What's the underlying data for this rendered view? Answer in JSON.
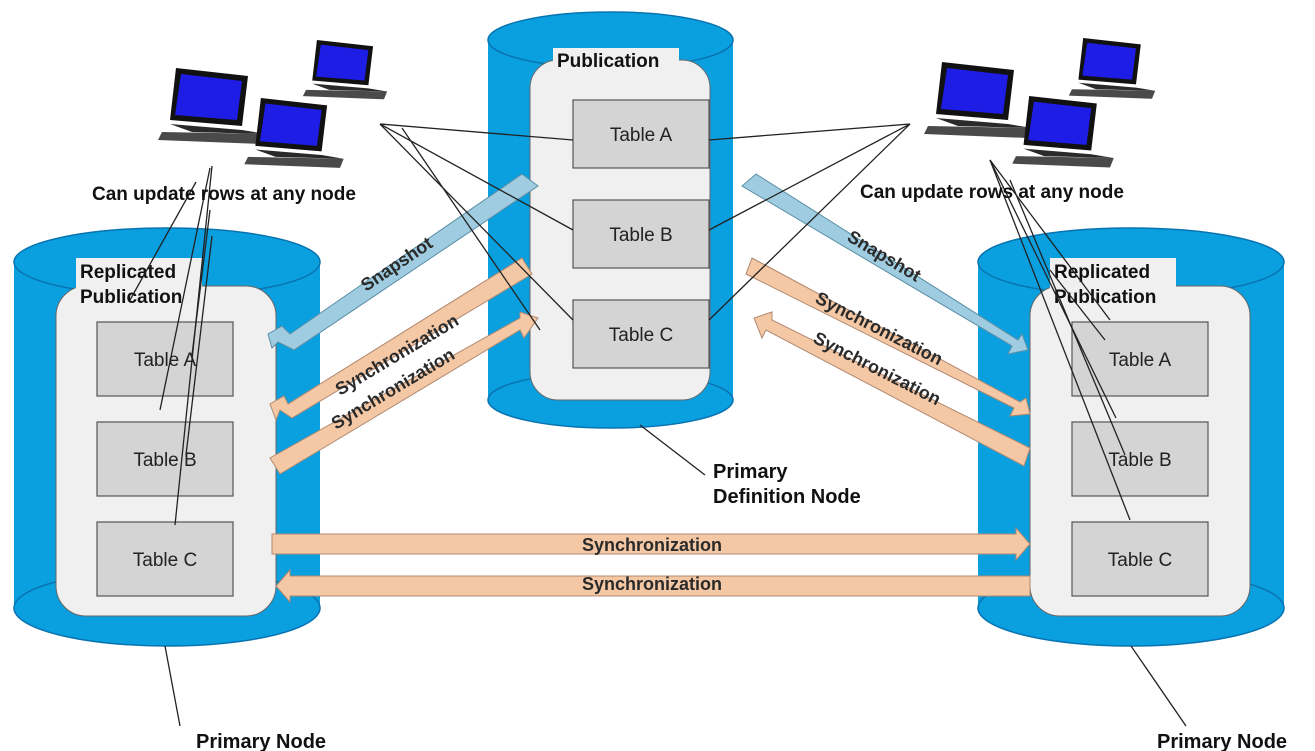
{
  "colors": {
    "cylinder": "#0aa0e0",
    "cylinder_dark": "#0873b0",
    "panel": "#f0f0f0",
    "table_box": "#d4d4d4",
    "snapshot_arrow": "#9fcce0",
    "sync_arrow": "#f4c8a4",
    "screen": "#1d1de6"
  },
  "icons": [
    "laptop-icon"
  ],
  "center": {
    "publication_label": "Publication",
    "tables": [
      "Table A",
      "Table B",
      "Table C"
    ],
    "node_label_line1": "Primary",
    "node_label_line2": "Definition Node"
  },
  "left": {
    "publication_label_line1": "Replicated",
    "publication_label_line2": "Publication",
    "tables": [
      "Table A",
      "Table B",
      "Table C"
    ],
    "node_label": "Primary Node",
    "note": "Can update rows at any node"
  },
  "right": {
    "publication_label_line1": "Replicated",
    "publication_label_line2": "Publication",
    "tables": [
      "Table A",
      "Table B",
      "Table C"
    ],
    "node_label": "Primary Node",
    "note": "Can update rows at any node"
  },
  "arrows": {
    "snapshot": "Snapshot",
    "synchronization": "Synchronization"
  }
}
